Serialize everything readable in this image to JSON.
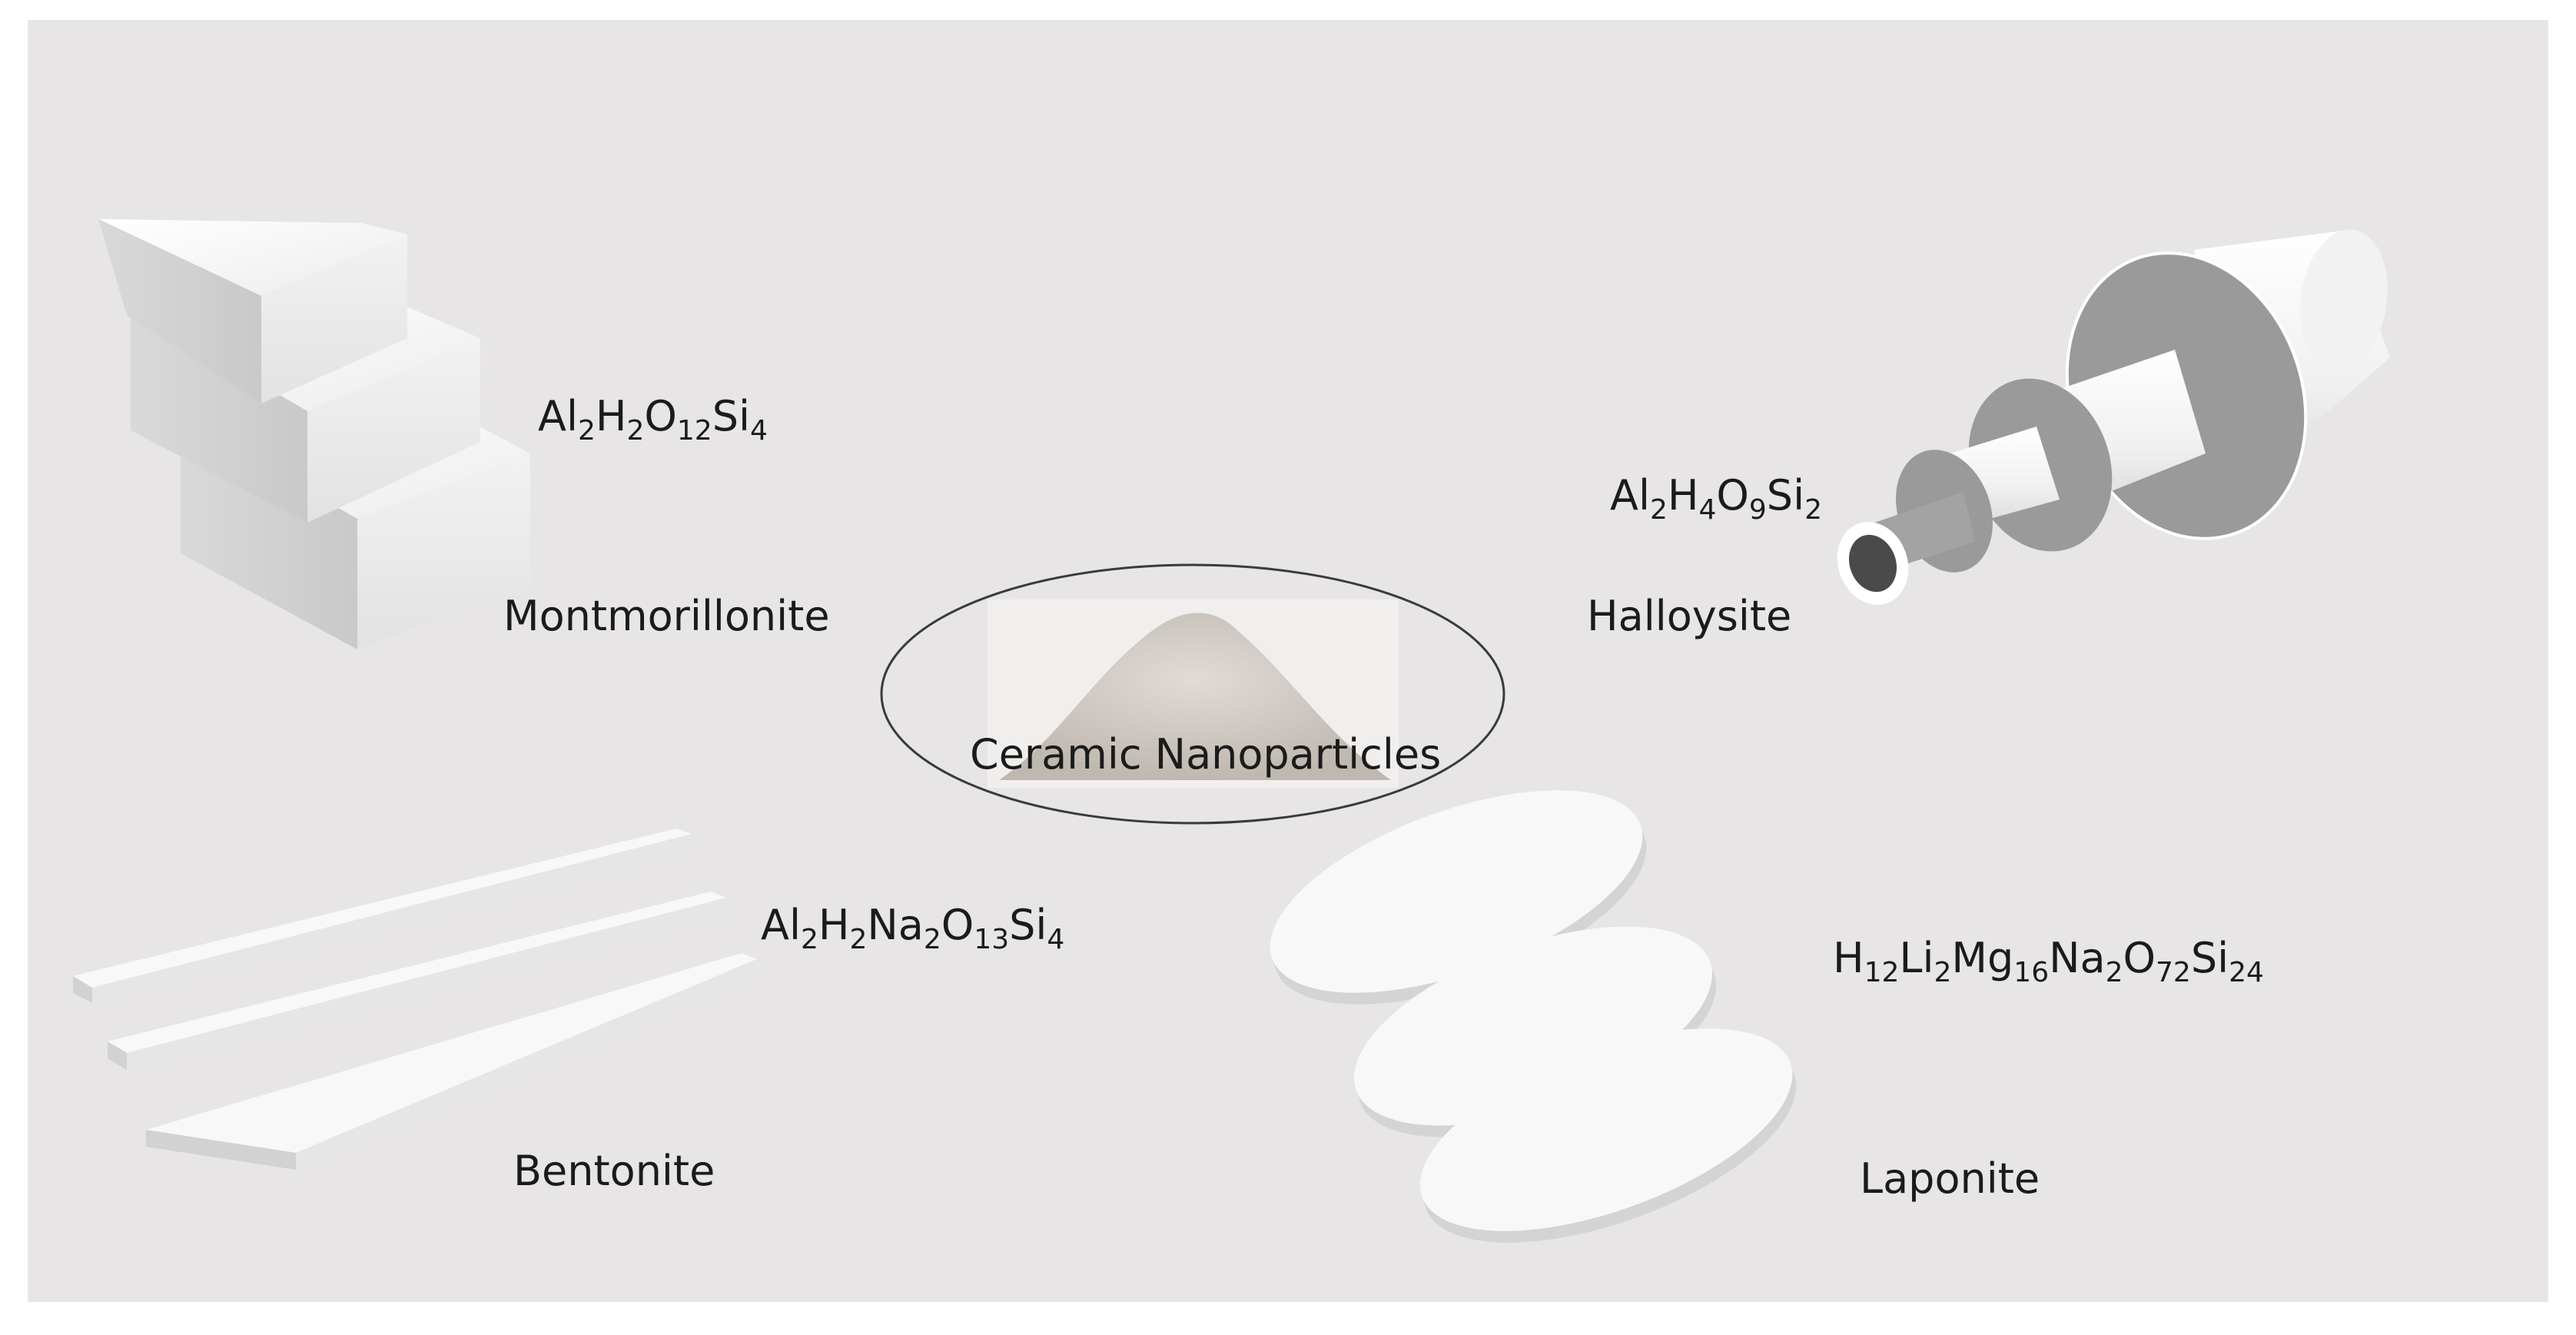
{
  "center": {
    "label": "Ceramic Nanoparticles"
  },
  "minerals": {
    "montmorillonite": {
      "name": "Montmorillonite",
      "formula": [
        [
          "Al",
          "2"
        ],
        [
          "H",
          "2"
        ],
        [
          "O",
          "12"
        ],
        [
          "Si",
          "4"
        ]
      ]
    },
    "bentonite": {
      "name": "Bentonite",
      "formula": [
        [
          "Al",
          "2"
        ],
        [
          "H",
          "2"
        ],
        [
          "Na",
          "2"
        ],
        [
          "O",
          "13"
        ],
        [
          "Si",
          "4"
        ]
      ]
    },
    "halloysite": {
      "name": "Halloysite",
      "formula": [
        [
          "Al",
          "2"
        ],
        [
          "H",
          "4"
        ],
        [
          "O",
          "9"
        ],
        [
          "Si",
          "2"
        ]
      ]
    },
    "laponite": {
      "name": "Laponite",
      "formula": [
        [
          "H",
          "12"
        ],
        [
          "Li",
          "2"
        ],
        [
          "Mg",
          "16"
        ],
        [
          "Na",
          "2"
        ],
        [
          "O",
          "72"
        ],
        [
          "Si",
          "24"
        ]
      ]
    }
  },
  "colors": {
    "background": "#e7e5e6",
    "shape_light": "#f7f7f7",
    "shape_shade": "#d6d6d6",
    "tube_inner": "#8f8f8f",
    "powder": "#cfc9c3"
  }
}
